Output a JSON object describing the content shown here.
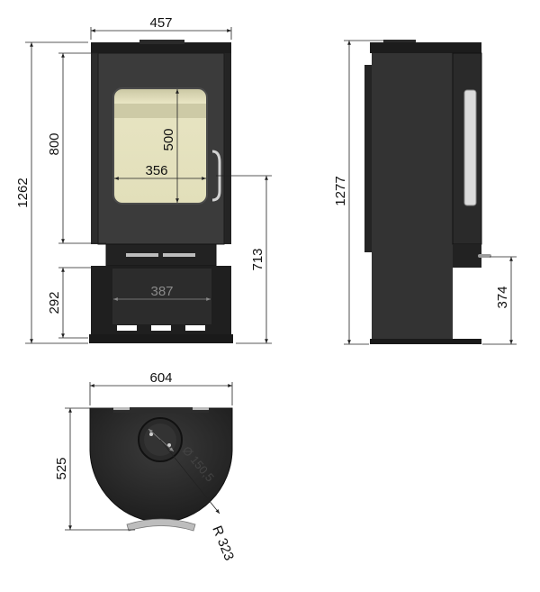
{
  "front_view": {
    "width": "457",
    "total_height": "1262",
    "door_height": "800",
    "glass_height": "500",
    "glass_width": "356",
    "floor_to_door": "713",
    "base_height": "292",
    "base_width": "387"
  },
  "side_view": {
    "total_height": "1277",
    "leg_height": "374"
  },
  "top_view": {
    "width": "604",
    "depth": "525",
    "flue_diameter": "Ø 150,5",
    "radius": "R 323"
  },
  "colors": {
    "body": "#1e1e1e",
    "body_edge": "#3a3a3a",
    "glass": "#e4e1bd",
    "glass_band": "#b8b490",
    "handle": "#cfcfcf",
    "line": "#222222"
  }
}
